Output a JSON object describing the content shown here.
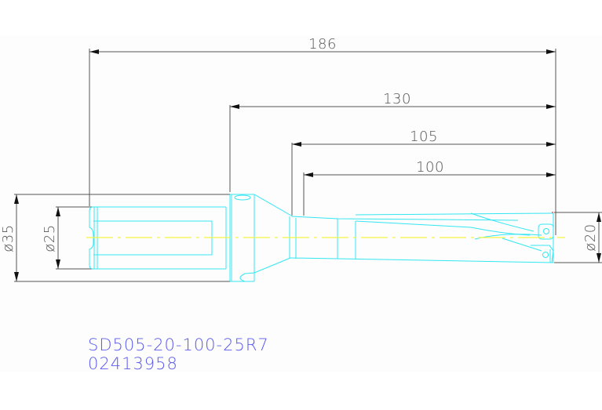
{
  "drawing": {
    "title": "Drill body technical drawing",
    "colors": {
      "outline": "#33e6f2",
      "centerline": "#f5f542",
      "dimension": "#555555",
      "label": "#5a5af0",
      "background": "#fcfdfc"
    },
    "dimensions": {
      "overall_length": "186",
      "flange_to_tip": "130",
      "neck_to_tip": "105",
      "flute_length": "100",
      "flange_diameter": "ø35",
      "shank_diameter": "ø25",
      "cutting_diameter": "ø20"
    }
  },
  "labels": {
    "part_number": "SD505-20-100-25R7",
    "order_code": "02413958"
  }
}
